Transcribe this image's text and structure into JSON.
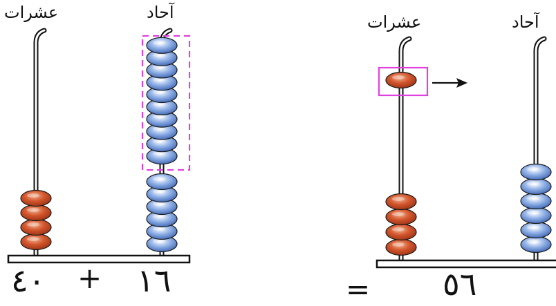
{
  "left_abacus": {
    "tens_label": "عشرات",
    "ones_label": "آحاد",
    "tens_beads": 4,
    "ones_beads": 16,
    "ones_beads_boxed": 10,
    "tens_value_text": "٤٠",
    "plus_sign": "+",
    "ones_value_text": "١٦"
  },
  "right_abacus": {
    "tens_label": "عشرات",
    "ones_label": "آحاد",
    "tens_beads": 5,
    "tens_beads_boxed": 1,
    "ones_beads": 6,
    "equals_sign": "=",
    "result_text": "٥٦"
  },
  "colors": {
    "tens_bead": "#d2552c",
    "ones_bead": "#4a78c8",
    "highlight_box": "#e040e0",
    "rod": "#111111"
  }
}
